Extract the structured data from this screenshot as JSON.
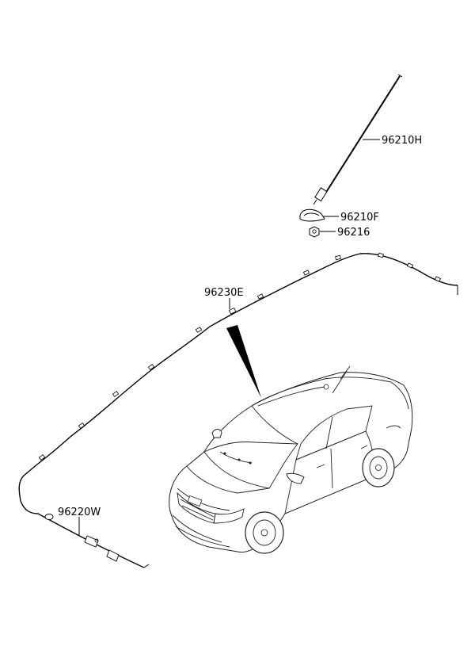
{
  "parts": [
    {
      "id": "antenna-rod",
      "label": "96210H"
    },
    {
      "id": "antenna-base",
      "label": "96210F"
    },
    {
      "id": "antenna-nut",
      "label": "96216"
    },
    {
      "id": "feeder-cable",
      "label": "96230E"
    },
    {
      "id": "extension-cable",
      "label": "96220W"
    }
  ]
}
